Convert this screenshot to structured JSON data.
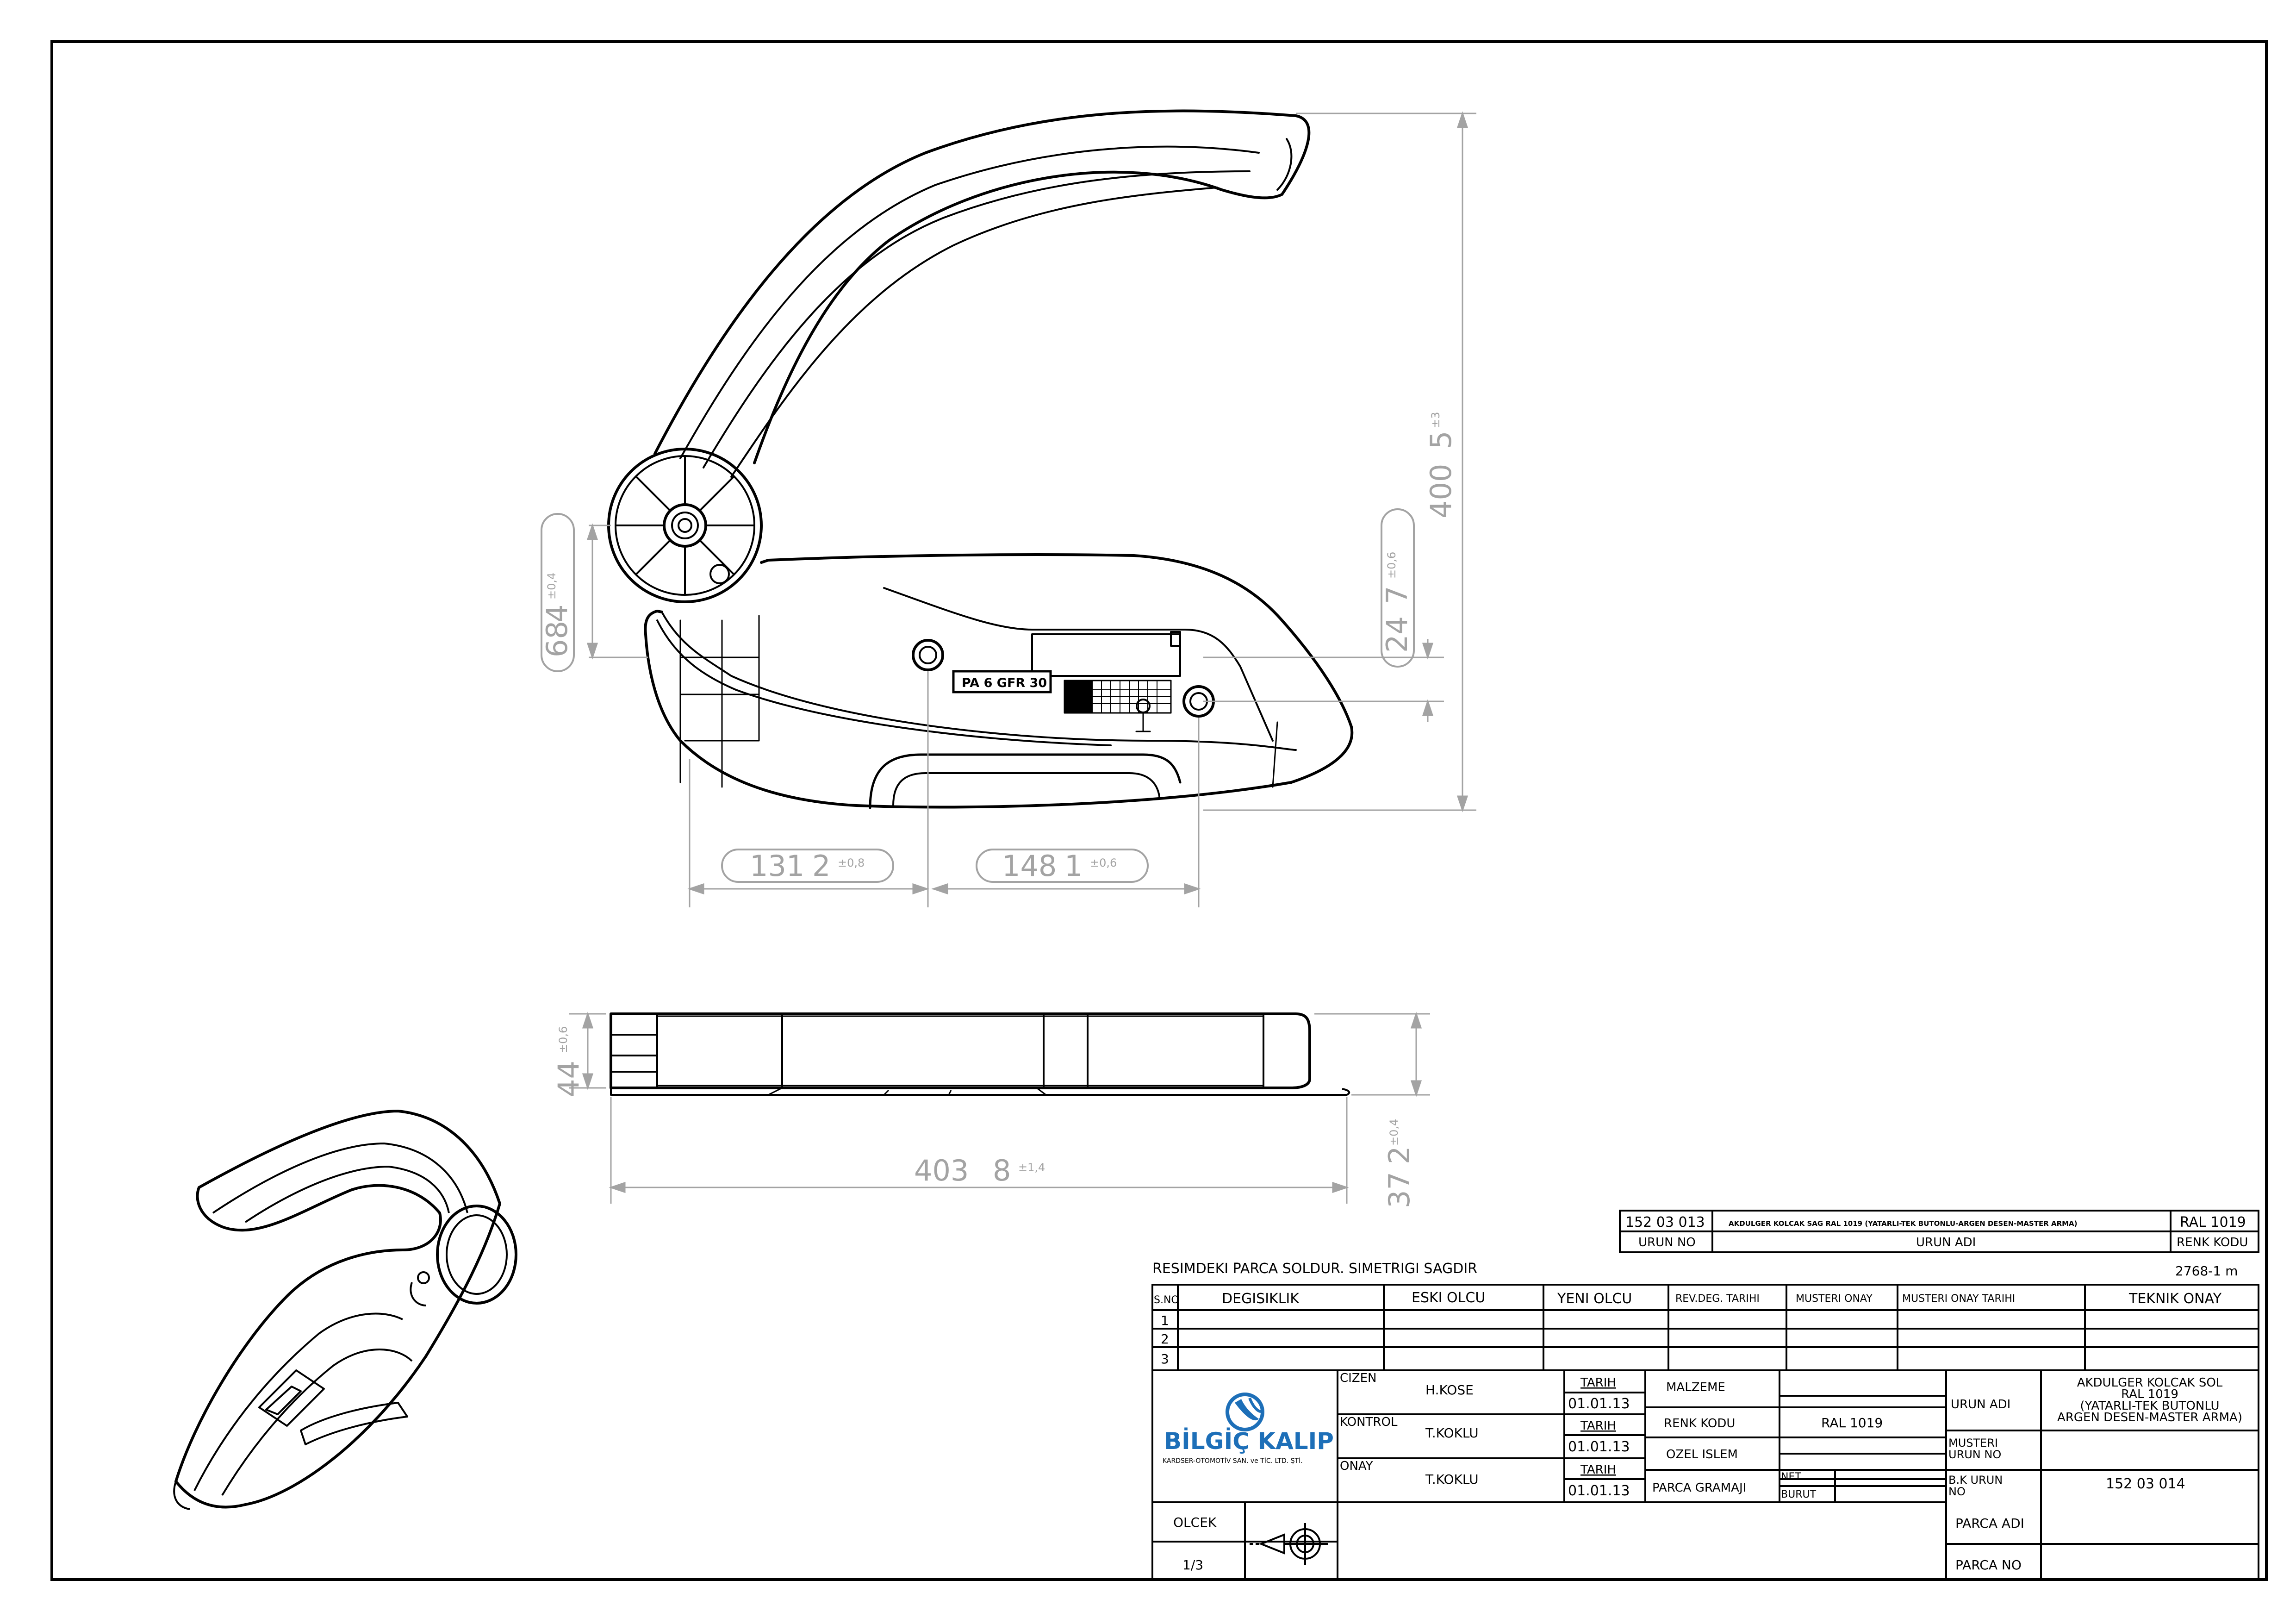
{
  "note": "RESIMDEKI PARCA SOLDUR. SIMETRIGI SAGDIR",
  "drawing_code": "2768-1 m",
  "material_label": "PA 6 GFR 30",
  "dimensions": {
    "pivot_height": {
      "main": "68",
      "dec": "4",
      "tol": "±0,4"
    },
    "total_height": {
      "main": "400",
      "dec": "5",
      "tol": "±3"
    },
    "latch_height": {
      "main": "24",
      "dec": "7",
      "tol": "±0,6"
    },
    "base_left": {
      "main": "131",
      "dec": "2",
      "tol": "±0,8"
    },
    "base_right": {
      "main": "148",
      "dec": "1",
      "tol": "±0,6"
    },
    "thickness": {
      "main": "44",
      "dec": "",
      "tol": "±0,6"
    },
    "total_length": {
      "main": "403",
      "dec": "8",
      "tol": "±1,4"
    },
    "base_thickness": {
      "main": "37",
      "dec": "2",
      "tol": "±0,4"
    }
  },
  "ref_table": {
    "urun_no": "152 03 013",
    "urun_adi": "AKDULGER KOLCAK SAG RAL 1019 (YATARLI-TEK BUTONLU-ARGEN DESEN-MASTER ARMA)",
    "renk_kodu": "RAL 1019",
    "label_urun_no": "URUN NO",
    "label_urun_adi": "URUN ADI",
    "label_renk_kodu": "RENK KODU"
  },
  "revision_table": {
    "headers": [
      "S.NO",
      "DEGISIKLIK",
      "ESKI OLCU",
      "YENI OLCU",
      "REV.DEG. TARIHI",
      "MUSTERI ONAY",
      "MUSTERI ONAY TARIHI",
      "TEKNIK ONAY"
    ],
    "rows": [
      "1",
      "2",
      "3"
    ]
  },
  "title_block": {
    "company_name": "BİLGİÇ KALIP",
    "company_sub": "KARDSER-OTOMOTİV SAN. ve TİC. LTD. ŞTİ.",
    "cizen_label": "CIZEN",
    "cizen": "H.KOSE",
    "kontrol_label": "KONTROL",
    "kontrol": "T.KOKLU",
    "onay_label": "ONAY",
    "onay": "T.KOKLU",
    "tarih_label": "TARIH",
    "tarih": "01.01.13",
    "malzeme_label": "MALZEME",
    "renk_kodu_label": "RENK KODU",
    "renk_kodu": "RAL 1019",
    "ozel_islem_label": "OZEL ISLEM",
    "parca_gramaji_label": "PARCA GRAMAJI",
    "net_label": "NET",
    "burut_label": "BURUT",
    "urun_adi_label": "URUN ADI",
    "urun_adi": "AKDULGER KOLCAK SOL RAL 1019 (YATARLI-TEK BUTONLU ARGEN DESEN-MASTER ARMA)",
    "musteri_urun_no_label": "MUSTERI URUN NO",
    "bk_urun_no_label": "B.K URUN NO",
    "bk_urun_no": "152 03 014",
    "parca_adi_label": "PARCA ADI",
    "parca_no_label": "PARCA NO",
    "olcek_label": "OLCEK",
    "olcek": "1/3"
  },
  "colors": {
    "line": "#000000",
    "dimension": "#a3a3a3",
    "logo_blue": "#1d6fb8"
  }
}
